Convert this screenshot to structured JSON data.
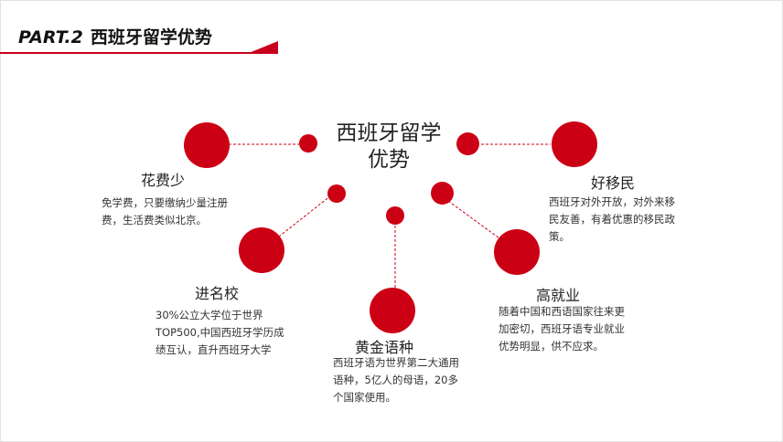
{
  "header": {
    "part": "PART.2",
    "title": "西班牙留学优势"
  },
  "center": {
    "line1": "西班牙留学",
    "line2": "优势"
  },
  "items": [
    {
      "title": "花费少",
      "desc": "免学费，只要缴纳少量注册费，生活费类似北京。"
    },
    {
      "title": "进名校",
      "desc": "30%公立大学位于世界TOP500,中国西班牙学历成绩互认，直升西班牙大学"
    },
    {
      "title": "黄金语种",
      "desc": "西班牙语为世界第二大通用语种，5亿人的母语，20多个国家使用。"
    },
    {
      "title": "高就业",
      "desc": "随着中国和西语国家往来更加密切，西班牙语专业就业优势明显，供不应求。"
    },
    {
      "title": "好移民",
      "desc": "西班牙对外开放，对外来移民友善，有着优惠的移民政策。"
    }
  ],
  "colors": {
    "accent": "#cc0014"
  }
}
